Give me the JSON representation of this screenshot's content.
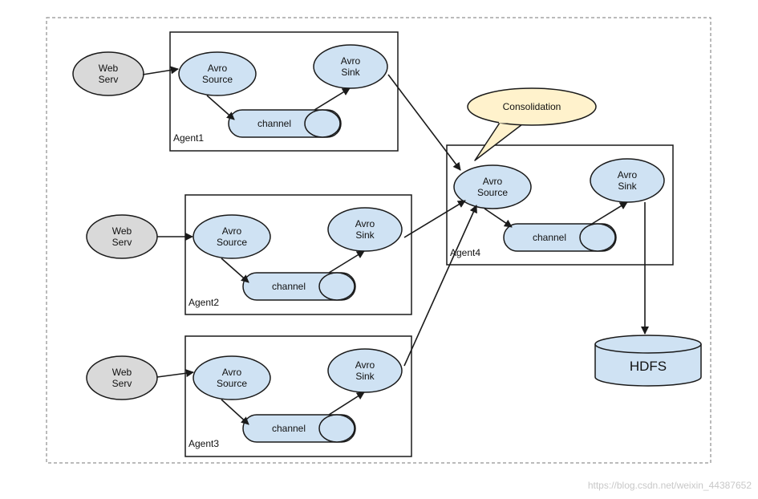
{
  "colors": {
    "node_fill": "#cfe2f3",
    "web_fill": "#d9d9d9",
    "bubble_fill": "#fff2cc",
    "stroke": "#1a1a1a",
    "watermark": "#c8c8c8"
  },
  "web_servers": [
    {
      "line1": "Web",
      "line2": "Serv"
    },
    {
      "line1": "Web",
      "line2": "Serv"
    },
    {
      "line1": "Web",
      "line2": "Serv"
    }
  ],
  "agents": [
    {
      "label": "Agent1",
      "source": {
        "line1": "Avro",
        "line2": "Source"
      },
      "sink": {
        "line1": "Avro",
        "line2": "Sink"
      },
      "channel": "channel"
    },
    {
      "label": "Agent2",
      "source": {
        "line1": "Avro",
        "line2": "Source"
      },
      "sink": {
        "line1": "Avro",
        "line2": "Sink"
      },
      "channel": "channel"
    },
    {
      "label": "Agent3",
      "source": {
        "line1": "Avro",
        "line2": "Source"
      },
      "sink": {
        "line1": "Avro",
        "line2": "Sink"
      },
      "channel": "channel"
    },
    {
      "label": "Agent4",
      "source": {
        "line1": "Avro",
        "line2": "Source"
      },
      "sink": {
        "line1": "Avro",
        "line2": "Sink"
      },
      "channel": "channel"
    }
  ],
  "callout": "Consolidation",
  "storage": "HDFS",
  "watermark": "https://blog.csdn.net/weixin_44387652"
}
